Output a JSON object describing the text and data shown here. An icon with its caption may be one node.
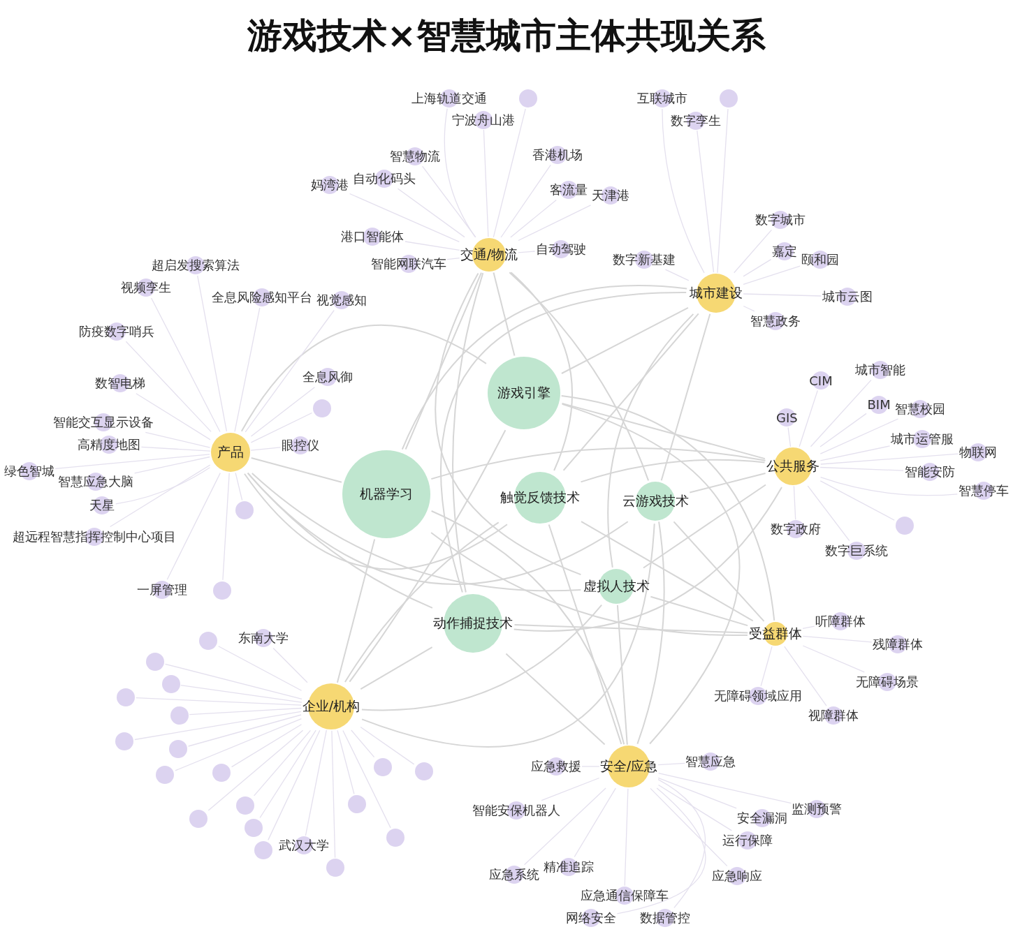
{
  "diagram": {
    "title": "游戏技术×智慧城市主体共现关系",
    "nodes": [
      {
        "text": [
          "游戏引擎"
        ]
      },
      {
        "text": [
          "机器学习"
        ]
      },
      {
        "text": [
          "触觉反馈技术"
        ]
      },
      {
        "text": [
          "云游戏技术"
        ]
      },
      {
        "text": [
          "虚拟人技术"
        ]
      },
      {
        "text": [
          "动作捕捉技术"
        ]
      },
      {
        "text": [
          "交通/物流"
        ]
      },
      {
        "text": [
          "城市建设"
        ]
      },
      {
        "text": [
          "产品"
        ]
      },
      {
        "text": [
          "公共服务"
        ]
      },
      {
        "text": [
          "受益群体"
        ]
      },
      {
        "text": [
          "企业/机构"
        ]
      },
      {
        "text": [
          "安全/应急"
        ]
      },
      {
        "text": [],
        "shape": "circle"
      },
      {
        "text": [
          "上海轨道交通"
        ]
      },
      {
        "text": [
          "香港机场"
        ]
      },
      {
        "text": [
          "宁波舟山港"
        ]
      },
      {
        "text": [
          "妈湾港"
        ]
      },
      {
        "text": [
          "智慧物流"
        ]
      },
      {
        "text": [
          "天津港"
        ]
      },
      {
        "text": [
          "自动化码头"
        ]
      },
      {
        "text": [
          "客流量"
        ]
      },
      {
        "text": [
          "港口智能体"
        ]
      },
      {
        "text": [
          "自动驾驶"
        ]
      },
      {
        "text": [
          "智能网联汽车"
        ]
      },
      {
        "text": [],
        "shape": "circle"
      },
      {
        "text": [
          "互联城市"
        ]
      },
      {
        "text": [
          "数字城市"
        ]
      },
      {
        "text": [
          "数字孪生"
        ]
      },
      {
        "text": [
          "数字新基建"
        ]
      },
      {
        "text": [
          "嘉定"
        ]
      },
      {
        "text": [
          "颐和园"
        ]
      },
      {
        "text": [
          "城市云图"
        ]
      },
      {
        "text": [
          "智慧政务"
        ]
      },
      {
        "text": [
          "城市智能"
        ]
      },
      {
        "text": [
          "CIM"
        ]
      },
      {
        "text": [
          "BIM"
        ]
      },
      {
        "text": [
          "智慧校园"
        ]
      },
      {
        "text": [
          "GIS"
        ]
      },
      {
        "text": [
          "城市运管服"
        ]
      },
      {
        "text": [
          "物联网"
        ]
      },
      {
        "text": [
          "智能安防"
        ]
      },
      {
        "text": [
          "智慧停车"
        ]
      },
      {
        "text": [
          "数字政府"
        ]
      },
      {
        "text": [],
        "shape": "circle"
      },
      {
        "text": [
          "数字巨系统"
        ]
      },
      {
        "text": [
          "超启发搜索算法"
        ]
      },
      {
        "text": [
          "视觉感知"
        ]
      },
      {
        "text": [
          "全息风险感知平台"
        ]
      },
      {
        "text": [
          "视频孪生"
        ]
      },
      {
        "text": [
          "防疫数字哨兵"
        ]
      },
      {
        "text": [
          "全息风御"
        ]
      },
      {
        "text": [
          "数智电梯"
        ]
      },
      {
        "text": [],
        "shape": "circle"
      },
      {
        "text": [
          "智能交互显示设备"
        ]
      },
      {
        "text": [
          "高精度地图"
        ]
      },
      {
        "text": [
          "眼控仪"
        ]
      },
      {
        "text": [
          "绿色智城"
        ]
      },
      {
        "text": [
          "智慧应急大脑"
        ]
      },
      {
        "text": [],
        "shape": "circle"
      },
      {
        "text": [
          "天星"
        ]
      },
      {
        "text": [
          "超远程智慧指挥控制中心项目"
        ]
      },
      {
        "text": [],
        "shape": "circle"
      },
      {
        "text": [
          "一屏管理"
        ]
      },
      {
        "text": [
          "听障群体"
        ]
      },
      {
        "text": [
          "残障群体"
        ]
      },
      {
        "text": [
          "无障碍领域应用"
        ]
      },
      {
        "text": [
          "无障碍场景"
        ]
      },
      {
        "text": [
          "视障群体"
        ]
      },
      {
        "text": [],
        "shape": "circle"
      },
      {
        "text": [],
        "shape": "circle"
      },
      {
        "text": [
          "东南大学"
        ]
      },
      {
        "text": [],
        "shape": "circle"
      },
      {
        "text": [],
        "shape": "circle"
      },
      {
        "text": [],
        "shape": "circle"
      },
      {
        "text": [],
        "shape": "circle"
      },
      {
        "text": [],
        "shape": "circle"
      },
      {
        "text": [],
        "shape": "circle"
      },
      {
        "text": [],
        "shape": "circle"
      },
      {
        "text": [],
        "shape": "circle"
      },
      {
        "text": [],
        "shape": "circle"
      },
      {
        "text": [],
        "shape": "circle"
      },
      {
        "text": [],
        "shape": "circle"
      },
      {
        "text": [],
        "shape": "circle"
      },
      {
        "text": [
          "武汉大学"
        ]
      },
      {
        "text": [],
        "shape": "circle"
      },
      {
        "text": [],
        "shape": "circle"
      },
      {
        "text": [],
        "shape": "circle"
      },
      {
        "text": [],
        "shape": "circle"
      },
      {
        "text": [
          "智慧应急"
        ]
      },
      {
        "text": [
          "应急救援"
        ]
      },
      {
        "text": [
          "安全漏洞"
        ]
      },
      {
        "text": [
          "精准追踪"
        ]
      },
      {
        "text": [
          "监测预警"
        ]
      },
      {
        "text": [
          "智能安保机器人"
        ]
      },
      {
        "text": [
          "运行保障"
        ]
      },
      {
        "text": [
          "应急通信保障车"
        ]
      },
      {
        "text": [
          "应急系统"
        ]
      },
      {
        "text": [
          "应急响应"
        ]
      },
      {
        "text": [
          "数据管控"
        ]
      },
      {
        "text": [
          "网络安全"
        ]
      }
    ],
    "edges": [
      {
        "from": 0,
        "to": 6,
        "arrow": "none"
      },
      {
        "from": 0,
        "to": 7,
        "arrow": "none"
      },
      {
        "from": 0,
        "to": 8,
        "arrow": "none"
      },
      {
        "from": 0,
        "to": 9,
        "arrow": "none"
      },
      {
        "from": 0,
        "to": 10,
        "arrow": "none"
      },
      {
        "from": 0,
        "to": 11,
        "arrow": "none"
      },
      {
        "from": 0,
        "to": 12,
        "arrow": "none"
      },
      {
        "from": 1,
        "to": 6,
        "arrow": "none"
      },
      {
        "from": 1,
        "to": 7,
        "arrow": "none"
      },
      {
        "from": 1,
        "to": 8,
        "arrow": "none"
      },
      {
        "from": 1,
        "to": 9,
        "arrow": "none"
      },
      {
        "from": 1,
        "to": 10,
        "arrow": "none"
      },
      {
        "from": 1,
        "to": 11,
        "arrow": "none"
      },
      {
        "from": 1,
        "to": 12,
        "arrow": "none"
      },
      {
        "from": 2,
        "to": 6,
        "arrow": "none"
      },
      {
        "from": 2,
        "to": 7,
        "arrow": "none"
      },
      {
        "from": 2,
        "to": 8,
        "arrow": "none"
      },
      {
        "from": 2,
        "to": 9,
        "arrow": "none"
      },
      {
        "from": 2,
        "to": 10,
        "arrow": "none"
      },
      {
        "from": 2,
        "to": 11,
        "arrow": "none"
      },
      {
        "from": 2,
        "to": 12,
        "arrow": "none"
      },
      {
        "from": 3,
        "to": 6,
        "arrow": "none"
      },
      {
        "from": 3,
        "to": 7,
        "arrow": "none"
      },
      {
        "from": 3,
        "to": 8,
        "arrow": "none"
      },
      {
        "from": 3,
        "to": 9,
        "arrow": "none"
      },
      {
        "from": 3,
        "to": 10,
        "arrow": "none"
      },
      {
        "from": 3,
        "to": 11,
        "arrow": "none"
      },
      {
        "from": 3,
        "to": 12,
        "arrow": "none"
      },
      {
        "from": 4,
        "to": 6,
        "arrow": "none"
      },
      {
        "from": 4,
        "to": 7,
        "arrow": "none"
      },
      {
        "from": 4,
        "to": 8,
        "arrow": "none"
      },
      {
        "from": 4,
        "to": 9,
        "arrow": "none"
      },
      {
        "from": 4,
        "to": 10,
        "arrow": "none"
      },
      {
        "from": 4,
        "to": 11,
        "arrow": "none"
      },
      {
        "from": 4,
        "to": 12,
        "arrow": "none"
      },
      {
        "from": 5,
        "to": 6,
        "arrow": "none"
      },
      {
        "from": 5,
        "to": 7,
        "arrow": "none"
      },
      {
        "from": 5,
        "to": 8,
        "arrow": "none"
      },
      {
        "from": 5,
        "to": 9,
        "arrow": "none"
      },
      {
        "from": 5,
        "to": 10,
        "arrow": "none"
      },
      {
        "from": 5,
        "to": 11,
        "arrow": "none"
      },
      {
        "from": 5,
        "to": 12,
        "arrow": "none"
      },
      {
        "from": 6,
        "to": 13,
        "arrow": "none"
      },
      {
        "from": 6,
        "to": 14,
        "arrow": "none"
      },
      {
        "from": 6,
        "to": 15,
        "arrow": "none"
      },
      {
        "from": 6,
        "to": 16,
        "arrow": "none"
      },
      {
        "from": 6,
        "to": 17,
        "arrow": "none"
      },
      {
        "from": 6,
        "to": 18,
        "arrow": "none"
      },
      {
        "from": 6,
        "to": 19,
        "arrow": "none"
      },
      {
        "from": 6,
        "to": 20,
        "arrow": "none"
      },
      {
        "from": 6,
        "to": 21,
        "arrow": "none"
      },
      {
        "from": 6,
        "to": 22,
        "arrow": "none"
      },
      {
        "from": 6,
        "to": 23,
        "arrow": "none"
      },
      {
        "from": 6,
        "to": 24,
        "arrow": "none"
      },
      {
        "from": 7,
        "to": 25,
        "arrow": "none"
      },
      {
        "from": 7,
        "to": 26,
        "arrow": "none"
      },
      {
        "from": 7,
        "to": 27,
        "arrow": "none"
      },
      {
        "from": 7,
        "to": 28,
        "arrow": "none"
      },
      {
        "from": 7,
        "to": 29,
        "arrow": "none"
      },
      {
        "from": 7,
        "to": 30,
        "arrow": "none"
      },
      {
        "from": 7,
        "to": 31,
        "arrow": "none"
      },
      {
        "from": 7,
        "to": 32,
        "arrow": "none"
      },
      {
        "from": 7,
        "to": 33,
        "arrow": "none"
      },
      {
        "from": 9,
        "to": 34,
        "arrow": "none"
      },
      {
        "from": 9,
        "to": 35,
        "arrow": "none"
      },
      {
        "from": 9,
        "to": 36,
        "arrow": "none"
      },
      {
        "from": 9,
        "to": 37,
        "arrow": "none"
      },
      {
        "from": 9,
        "to": 38,
        "arrow": "none"
      },
      {
        "from": 9,
        "to": 39,
        "arrow": "none"
      },
      {
        "from": 9,
        "to": 40,
        "arrow": "none"
      },
      {
        "from": 9,
        "to": 41,
        "arrow": "none"
      },
      {
        "from": 9,
        "to": 42,
        "arrow": "none"
      },
      {
        "from": 9,
        "to": 43,
        "arrow": "none"
      },
      {
        "from": 9,
        "to": 44,
        "arrow": "none"
      },
      {
        "from": 9,
        "to": 45,
        "arrow": "none"
      },
      {
        "from": 8,
        "to": 46,
        "arrow": "none"
      },
      {
        "from": 8,
        "to": 47,
        "arrow": "none"
      },
      {
        "from": 8,
        "to": 48,
        "arrow": "none"
      },
      {
        "from": 8,
        "to": 49,
        "arrow": "none"
      },
      {
        "from": 8,
        "to": 50,
        "arrow": "none"
      },
      {
        "from": 8,
        "to": 51,
        "arrow": "none"
      },
      {
        "from": 8,
        "to": 52,
        "arrow": "none"
      },
      {
        "from": 8,
        "to": 53,
        "arrow": "none"
      },
      {
        "from": 8,
        "to": 54,
        "arrow": "none"
      },
      {
        "from": 8,
        "to": 55,
        "arrow": "none"
      },
      {
        "from": 8,
        "to": 56,
        "arrow": "none"
      },
      {
        "from": 8,
        "to": 57,
        "arrow": "none"
      },
      {
        "from": 8,
        "to": 58,
        "arrow": "none"
      },
      {
        "from": 8,
        "to": 59,
        "arrow": "none"
      },
      {
        "from": 8,
        "to": 60,
        "arrow": "none"
      },
      {
        "from": 8,
        "to": 61,
        "arrow": "none"
      },
      {
        "from": 8,
        "to": 62,
        "arrow": "none"
      },
      {
        "from": 8,
        "to": 63,
        "arrow": "none"
      },
      {
        "from": 10,
        "to": 64,
        "arrow": "none"
      },
      {
        "from": 10,
        "to": 65,
        "arrow": "none"
      },
      {
        "from": 10,
        "to": 66,
        "arrow": "none"
      },
      {
        "from": 10,
        "to": 67,
        "arrow": "none"
      },
      {
        "from": 10,
        "to": 68,
        "arrow": "none"
      },
      {
        "from": 11,
        "to": 69,
        "arrow": "none"
      },
      {
        "from": 11,
        "to": 70,
        "arrow": "none"
      },
      {
        "from": 11,
        "to": 71,
        "arrow": "none"
      },
      {
        "from": 11,
        "to": 72,
        "arrow": "none"
      },
      {
        "from": 11,
        "to": 73,
        "arrow": "none"
      },
      {
        "from": 11,
        "to": 74,
        "arrow": "none"
      },
      {
        "from": 11,
        "to": 75,
        "arrow": "none"
      },
      {
        "from": 11,
        "to": 76,
        "arrow": "none"
      },
      {
        "from": 11,
        "to": 77,
        "arrow": "none"
      },
      {
        "from": 11,
        "to": 78,
        "arrow": "none"
      },
      {
        "from": 11,
        "to": 79,
        "arrow": "none"
      },
      {
        "from": 11,
        "to": 80,
        "arrow": "none"
      },
      {
        "from": 11,
        "to": 81,
        "arrow": "none"
      },
      {
        "from": 11,
        "to": 82,
        "arrow": "none"
      },
      {
        "from": 11,
        "to": 83,
        "arrow": "none"
      },
      {
        "from": 11,
        "to": 84,
        "arrow": "none"
      },
      {
        "from": 11,
        "to": 85,
        "arrow": "none"
      },
      {
        "from": 11,
        "to": 86,
        "arrow": "none"
      },
      {
        "from": 11,
        "to": 87,
        "arrow": "none"
      },
      {
        "from": 11,
        "to": 88,
        "arrow": "none"
      },
      {
        "from": 12,
        "to": 89,
        "arrow": "none"
      },
      {
        "from": 12,
        "to": 90,
        "arrow": "none"
      },
      {
        "from": 12,
        "to": 91,
        "arrow": "none"
      },
      {
        "from": 12,
        "to": 92,
        "arrow": "none"
      },
      {
        "from": 12,
        "to": 93,
        "arrow": "none"
      },
      {
        "from": 12,
        "to": 94,
        "arrow": "none"
      },
      {
        "from": 12,
        "to": 95,
        "arrow": "none"
      },
      {
        "from": 12,
        "to": 96,
        "arrow": "none"
      },
      {
        "from": 12,
        "to": 97,
        "arrow": "none"
      },
      {
        "from": 12,
        "to": 98,
        "arrow": "none"
      },
      {
        "from": 12,
        "to": 99,
        "arrow": "none"
      },
      {
        "from": 12,
        "to": 100,
        "arrow": "none"
      }
    ]
  }
}
